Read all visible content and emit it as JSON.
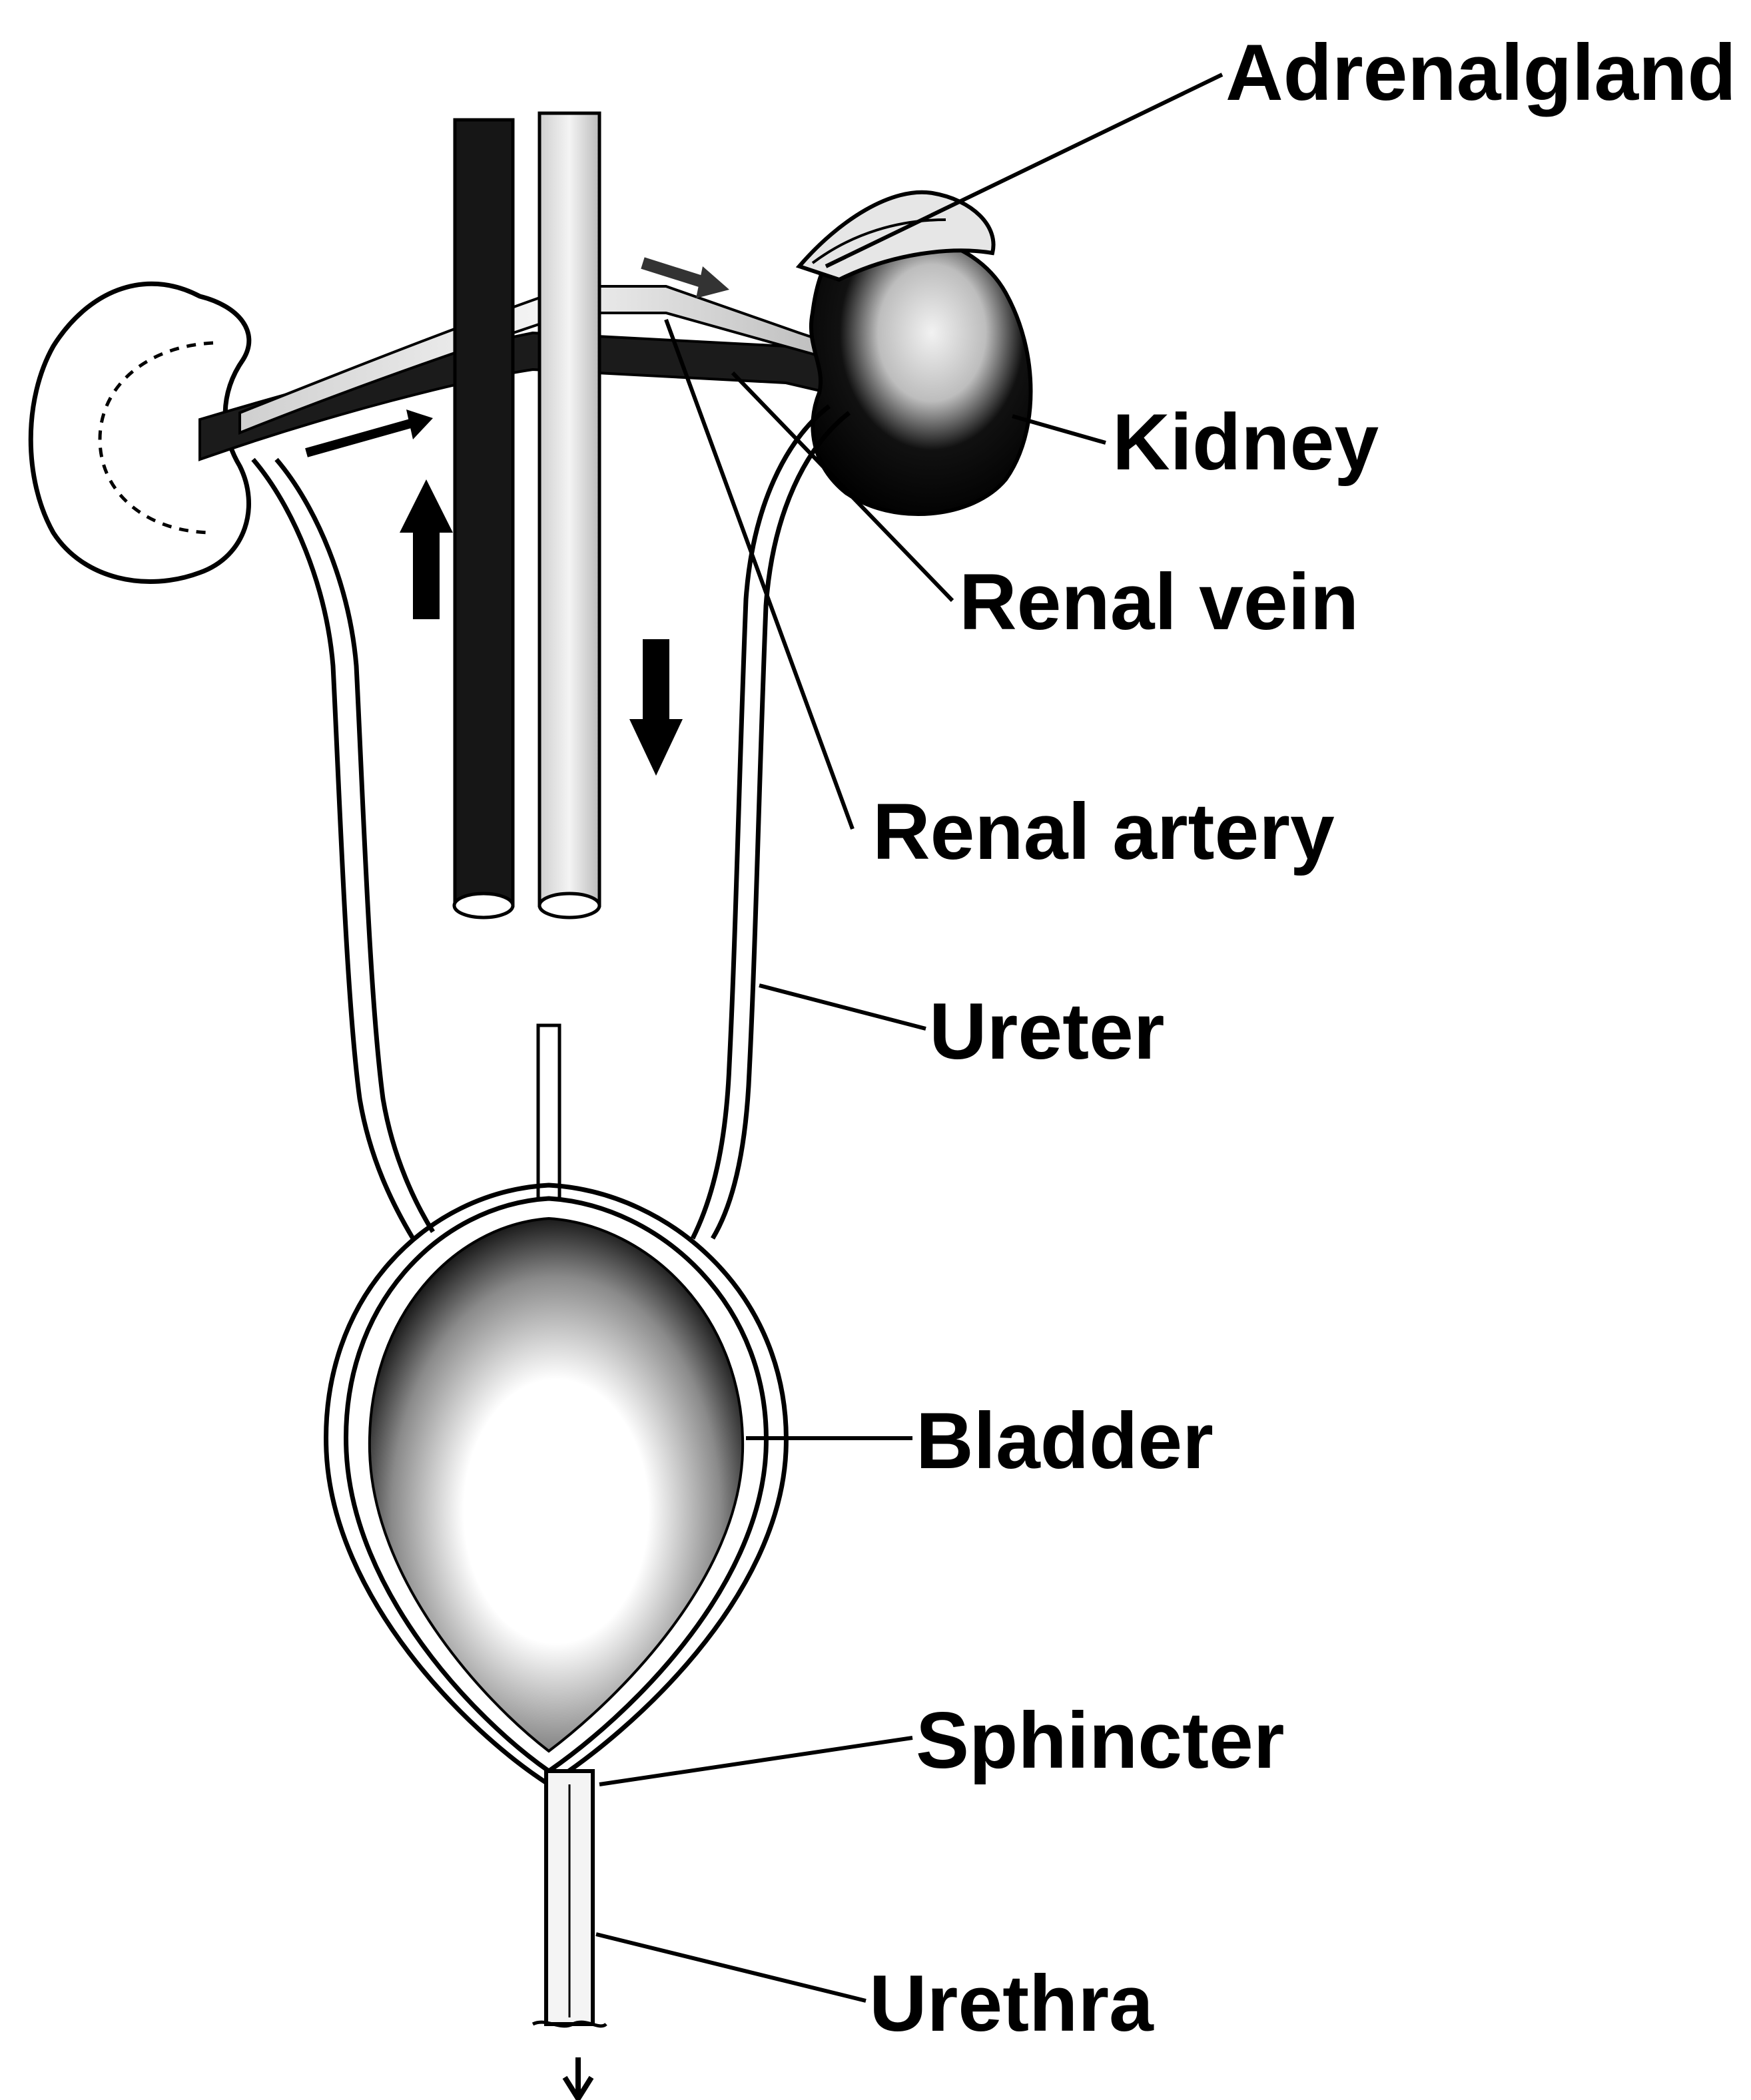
{
  "labels": {
    "adrenal_gland": "Adrenalgland",
    "kidney": "Kidney",
    "renal_vein": "Renal vein",
    "renal_artery": "Renal artery",
    "ureter": "Ureter",
    "bladder": "Bladder",
    "sphincter": "Sphincter",
    "urethra": "Urethra"
  },
  "colors": {
    "ink": "#000000",
    "paper": "#ffffff",
    "shade": "#555555"
  }
}
